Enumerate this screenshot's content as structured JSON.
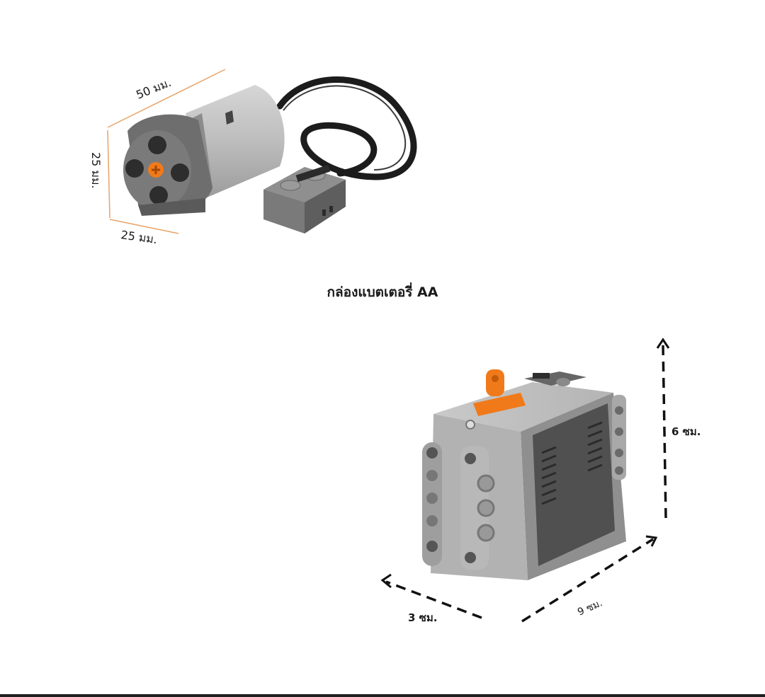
{
  "motor": {
    "length_label": "50 มม.",
    "height_label": "25 มม.",
    "width_label": "25 มม."
  },
  "battery_box": {
    "caption": "กล่องแบตเตอรี่ AA",
    "height_label": "6 ซม.",
    "depth_label": "3 ซม.",
    "length_label": "9 ซม."
  },
  "colors": {
    "dimension_line": "#e8a36a",
    "arrow": "#111111",
    "lego_light_gray": "#b9b9b9",
    "lego_dark_gray": "#6b6b6b",
    "orange": "#f07a1a",
    "cable": "#1c1c1c"
  }
}
